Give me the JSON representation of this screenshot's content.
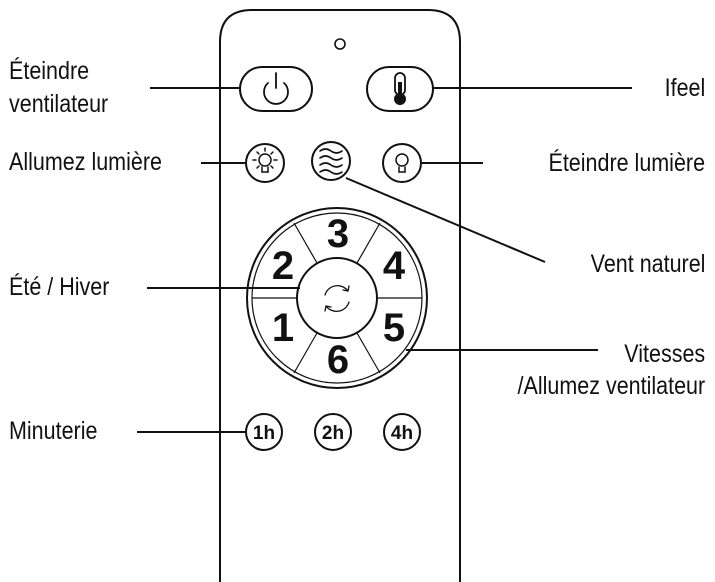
{
  "colors": {
    "stroke": "#111111",
    "background": "#ffffff"
  },
  "labels": {
    "eteindre_ventilateur": "Éteindre\nventilateur",
    "allumez_lumiere": "Allumez lumière",
    "ete_hiver": "Été / Hiver",
    "minuterie": "Minuterie",
    "ifeel": "Ifeel",
    "eteindre_lumiere": "Éteindre lumière",
    "vent_naturel": "Vent naturel",
    "vitesses": "Vitesses\n/Allumez ventilateur"
  },
  "remote": {
    "power_button_icon": "power-icon",
    "ifeel_button_icon": "thermometer-icon",
    "light_on_icon": "lightbulb-on-icon",
    "natural_wind_icon": "wind-icon",
    "light_off_icon": "lightbulb-off-icon",
    "center_icon": "reverse-arrows-icon",
    "speeds": [
      "1",
      "2",
      "3",
      "4",
      "5",
      "6"
    ],
    "timers": [
      "1h",
      "2h",
      "4h"
    ]
  }
}
